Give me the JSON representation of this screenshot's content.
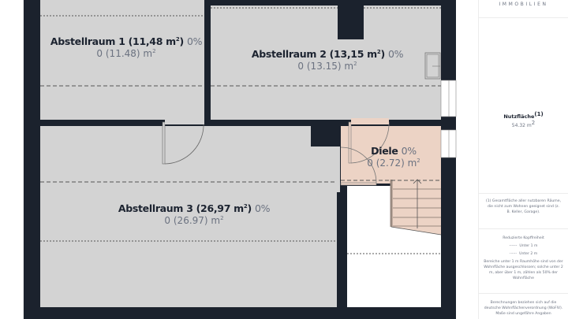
{
  "colors": {
    "wall": "#1b222d",
    "room_fill": "#d3d3d3",
    "hall_fill": "#ecd3c5",
    "text_dark": "#1c2330",
    "text_muted": "#6b7280"
  },
  "rooms": [
    {
      "id": "abstellraum-1",
      "title": "Abstellraum 1 (11,48 m",
      "title_sup": "2",
      "title_end": ")",
      "pct": "0%",
      "area": "0 (11.48) m",
      "area_sup": "2"
    },
    {
      "id": "abstellraum-2",
      "title": "Abstellraum 2 (13,15 m",
      "title_sup": "2",
      "title_end": ")",
      "pct": "0%",
      "area": "0 (13.15) m",
      "area_sup": "2"
    },
    {
      "id": "diele",
      "title": "Diele",
      "title_sup": "",
      "title_end": "",
      "pct": "0%",
      "area": "0 (2.72) m",
      "area_sup": "2"
    },
    {
      "id": "abstellraum-3",
      "title": "Abstellraum 3 (26,97 m",
      "title_sup": "2",
      "title_end": ")",
      "pct": "0%",
      "area": "0 (26.97) m",
      "area_sup": "2"
    }
  ],
  "sidebar": {
    "brand": "IMMOBILIEN",
    "area_title": "Nutzfläche",
    "area_title_sup": "(1)",
    "area_value": "54.32 m",
    "area_value_sup": "2",
    "note1": "(1) Gesamtfläche aller nutzbaren Räume, die nicht zum Wohnen geeignet sind (z. B. Keller, Garage).",
    "legend_title": "Reduzierte Kopffreiheit",
    "legend_items": [
      {
        "line": "------",
        "label": "Unter 1 m"
      },
      {
        "line": "-·-·-·",
        "label": "Unter 2 m"
      }
    ],
    "legend_note": "Bereiche unter 1 m Raumhöhe sind von der Wohnfläche ausgeschlossen; solche unter 2 m, aber über 1 m, zählen als 50% der Wohnfläche",
    "note2": "Berechnungen beziehen sich auf die deutsche Wohnflächenverordnung (WoFlV). Maße sind ungefähre Angaben"
  }
}
